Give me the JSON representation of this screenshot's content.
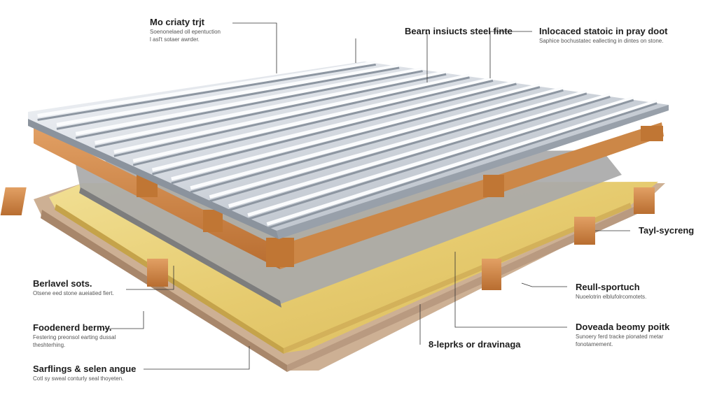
{
  "colors": {
    "background": "#ffffff",
    "metal_light": "#eef1f5",
    "metal_mid": "#b9c0ca",
    "metal_dark": "#7f8893",
    "timber": "#d48a45",
    "timber_dark": "#9a5a25",
    "insulation": "#e8d27c",
    "insulation_dark": "#c9a94b",
    "membrane": "#9a9a9a",
    "substrate": "#c8a98f",
    "leader": "#333333"
  },
  "callouts": {
    "top_left": {
      "title": "Mo criaty trjt",
      "sub1": "Soenonelaed oll epentuction",
      "sub2": "l asl't sotaer awrder."
    },
    "top_mid": {
      "title": "Bearn insiucts steel finte"
    },
    "top_right": {
      "title": "Inlocaced statoic in pray doot",
      "sub1": "Saphice bochustatec eallecting in dintes on stone."
    },
    "right_1": {
      "title": "Tayl-sycreng"
    },
    "left_1": {
      "title": "Berlavel sots.",
      "sub1": "Otsene eed stone aueiatied fiert."
    },
    "right_2": {
      "title": "Reull-sportuch",
      "sub1": "Nuoelotrin elblufolrcomotets."
    },
    "left_2": {
      "title": "Foodenerd bermy.",
      "sub1": "Festering preonsol earting dussal",
      "sub2": "theshterhing."
    },
    "bottom_mid": {
      "title": "8-leprks or dravinaga"
    },
    "right_3": {
      "title": "Doveada beomy poitk",
      "sub1": "Sunoery ferd tracke pionated metar",
      "sub2": "fonotamement."
    },
    "left_3": {
      "title": "Sarflings & selen angue",
      "sub1": "Cotl sy sweal conturly seal thoyeten."
    }
  }
}
